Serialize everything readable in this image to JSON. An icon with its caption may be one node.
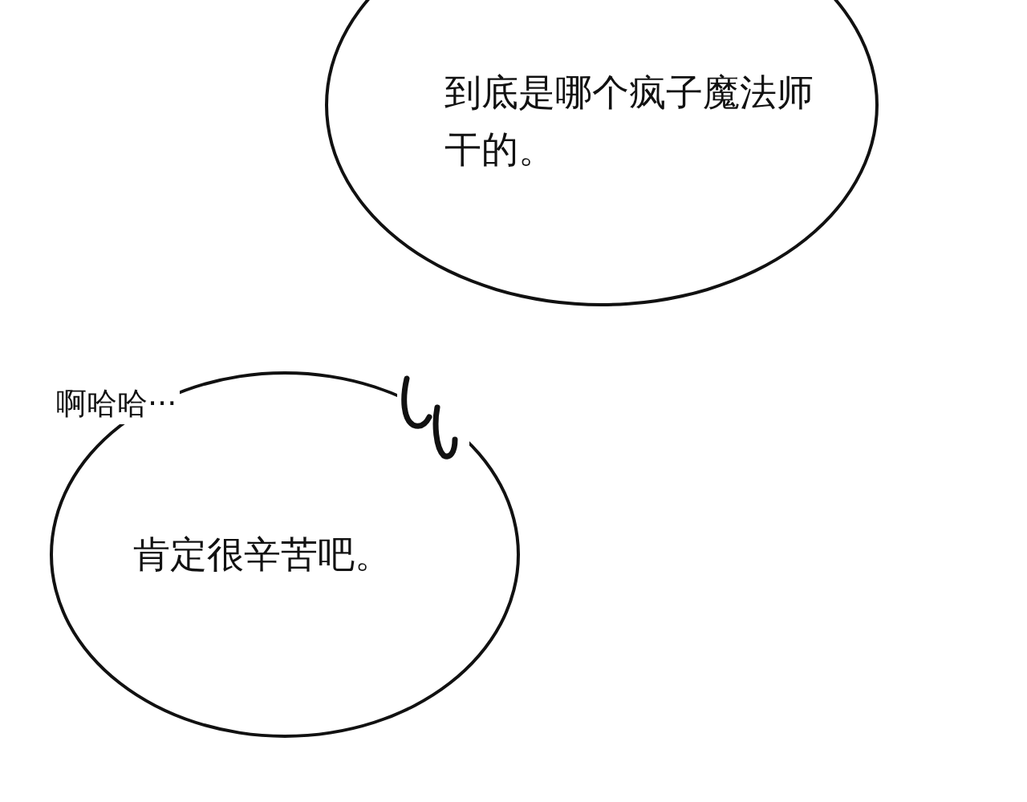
{
  "diagram": {
    "nodes": [
      {
        "text": [
          "到底是哪个疯子魔法师干的。"
        ]
      },
      {
        "text": [
          "肯定很辛苦吧。"
        ]
      }
    ],
    "labels": [
      "啊哈哈···"
    ]
  }
}
